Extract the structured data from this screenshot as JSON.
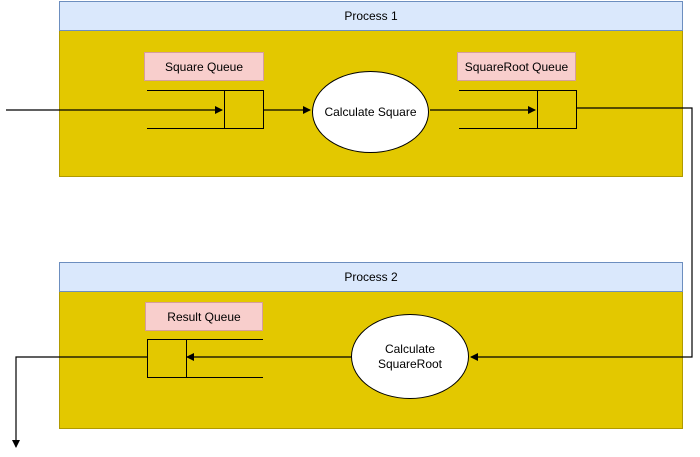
{
  "colors": {
    "process_fill": "#e3c800",
    "header_fill": "#dae8fc",
    "queue_label_fill": "#f8cecc",
    "node_fill": "#ffffff",
    "line": "#000000"
  },
  "process1": {
    "title": "Process 1",
    "input_queue_label": "Square Queue",
    "node_label": "Calculate Square",
    "output_queue_label": "SquareRoot Queue"
  },
  "process2": {
    "title": "Process 2",
    "node_label": "Calculate\nSquareRoot",
    "output_queue_label": "Result Queue"
  }
}
